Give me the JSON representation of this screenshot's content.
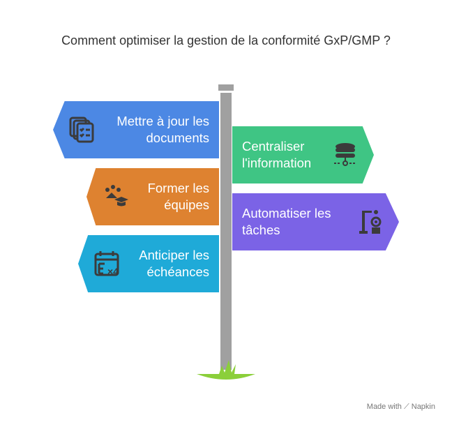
{
  "title": "Comment optimiser la gestion de la conformité GxP/GMP ?",
  "signs": [
    {
      "label_1": "Mettre à jour les",
      "label_2": "documents",
      "color": "#4c88e4",
      "icon": "documents-checklist-icon"
    },
    {
      "label_1": "Centraliser",
      "label_2": "l'information",
      "color": "#3fc584",
      "icon": "database-network-icon"
    },
    {
      "label_1": "Former les",
      "label_2": "équipes",
      "color": "#de8230",
      "icon": "team-graduation-icon"
    },
    {
      "label_1": "Automatiser les",
      "label_2": "tâches",
      "color": "#7b63e6",
      "icon": "robot-arm-icon"
    },
    {
      "label_1": "Anticiper les",
      "label_2": "échéances",
      "color": "#1faad8",
      "icon": "calendar-repeat-icon"
    }
  ],
  "footer": {
    "made_with": "Made with",
    "brand": "Napkin"
  }
}
